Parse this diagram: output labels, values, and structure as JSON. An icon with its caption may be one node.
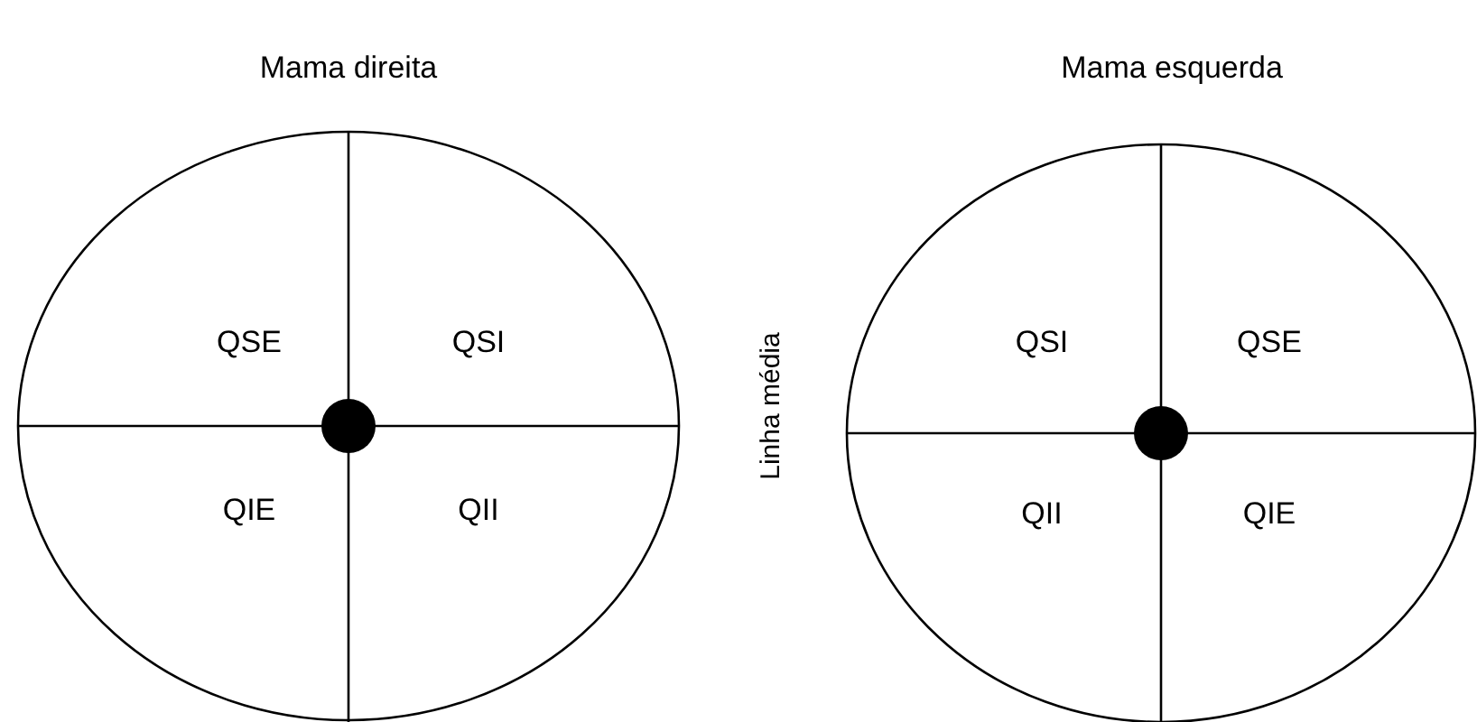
{
  "diagram": {
    "nodes": [
      {
        "text": [
          "Mama direita"
        ]
      },
      {
        "text": [
          "Mama esquerda"
        ]
      }
    ],
    "labels": [
      "QSE",
      "QSI",
      "QIE",
      "QII",
      "Linha média",
      "QSI",
      "QSE",
      "QII",
      "QIE"
    ]
  }
}
